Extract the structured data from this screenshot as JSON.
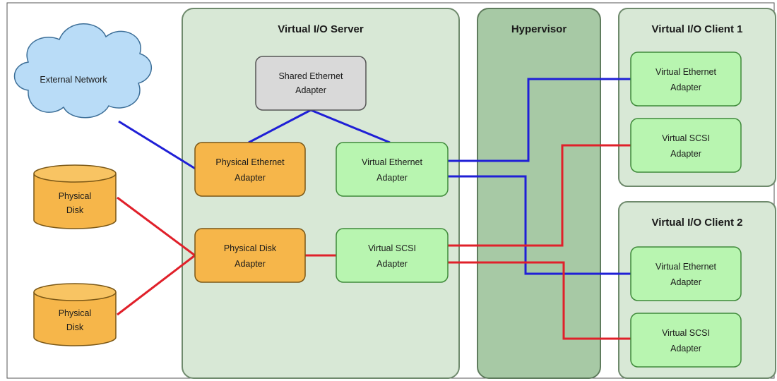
{
  "sections": {
    "vios": "Virtual I/O Server",
    "hypervisor": "Hypervisor",
    "client1": "Virtual I/O Client 1",
    "client2": "Virtual I/O Client 2"
  },
  "nodes": {
    "external_network": [
      "External Network"
    ],
    "shared_ethernet": [
      "Shared Ethernet",
      "Adapter"
    ],
    "physical_ethernet": [
      "Physical Ethernet",
      "Adapter"
    ],
    "vios_virtual_ethernet": [
      "Virtual Ethernet",
      "Adapter"
    ],
    "physical_disk_1": [
      "Physical",
      "Disk"
    ],
    "physical_disk_2": [
      "Physical",
      "Disk"
    ],
    "physical_disk_adapter": [
      "Physical Disk",
      "Adapter"
    ],
    "vios_virtual_scsi": [
      "Virtual SCSI",
      "Adapter"
    ],
    "c1_virtual_ethernet": [
      "Virtual Ethernet",
      "Adapter"
    ],
    "c1_virtual_scsi": [
      "Virtual SCSI",
      "Adapter"
    ],
    "c2_virtual_ethernet": [
      "Virtual Ethernet",
      "Adapter"
    ],
    "c2_virtual_scsi": [
      "Virtual SCSI",
      "Adapter"
    ]
  },
  "colors": {
    "network_link": "#1f1fd6",
    "storage_link": "#e0202a",
    "physical_fill": "#f6b64a",
    "virtual_fill": "#b8f5b0",
    "shared_fill": "#d9d9d9",
    "panel_fill": "#d8e8d6",
    "hypervisor_fill": "#a7c9a5",
    "cloud_fill": "#b9dcf7"
  }
}
